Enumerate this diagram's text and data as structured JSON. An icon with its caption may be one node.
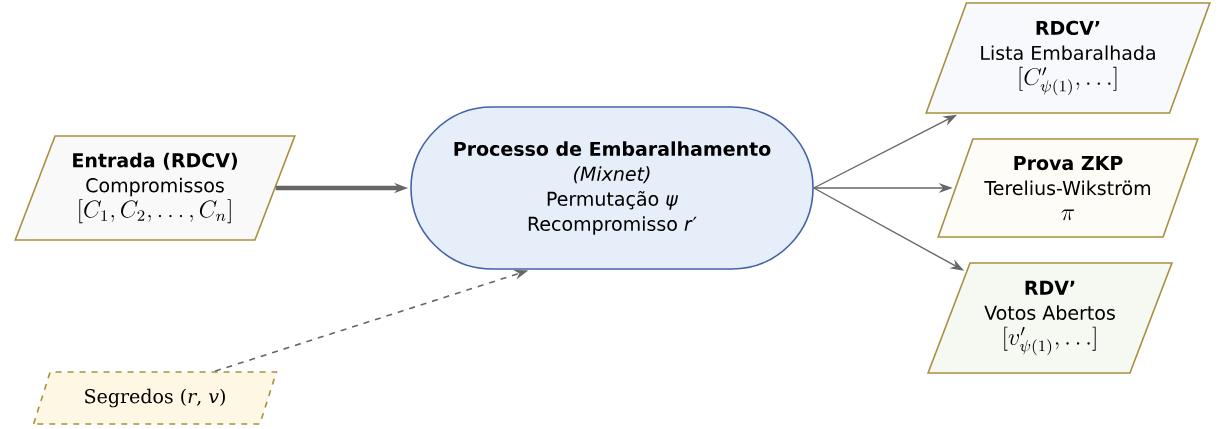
{
  "diagram": {
    "nodes": [
      {
        "text": [
          "Entrada (RDCV)",
          "Compromissos",
          "[C_1, C_2, \\ldots, C_n]"
        ]
      },
      {
        "text": [
          "Processo de Embaralhamento",
          "(Mixnet)",
          "Permutação *ψ*",
          "Recompromisso *r*′"
        ]
      },
      {
        "text": [
          "RDCV’",
          "Lista Embaralhada",
          "[C'_{\\psi(1)}, \\ldots]"
        ]
      },
      {
        "text": [
          "Prova ZKP",
          "Terelius-Wikström",
          "\\pi"
        ]
      },
      {
        "text": [
          "RDV’",
          "Votos Abertos",
          "[v'_{\\psi(1)}, \\ldots]"
        ]
      },
      {
        "text": [
          "Segredos (*r*, *v*)"
        ]
      }
    ],
    "edges": [
      {
        "from": 0,
        "to": 1,
        "arrow": "to",
        "style": "thick"
      },
      {
        "from": 5,
        "to": 1,
        "arrow": "to",
        "style": "dashed"
      },
      {
        "from": 1,
        "to": 2,
        "arrow": "to"
      },
      {
        "from": 1,
        "to": 3,
        "arrow": "to"
      },
      {
        "from": 1,
        "to": 4,
        "arrow": "to"
      }
    ]
  }
}
